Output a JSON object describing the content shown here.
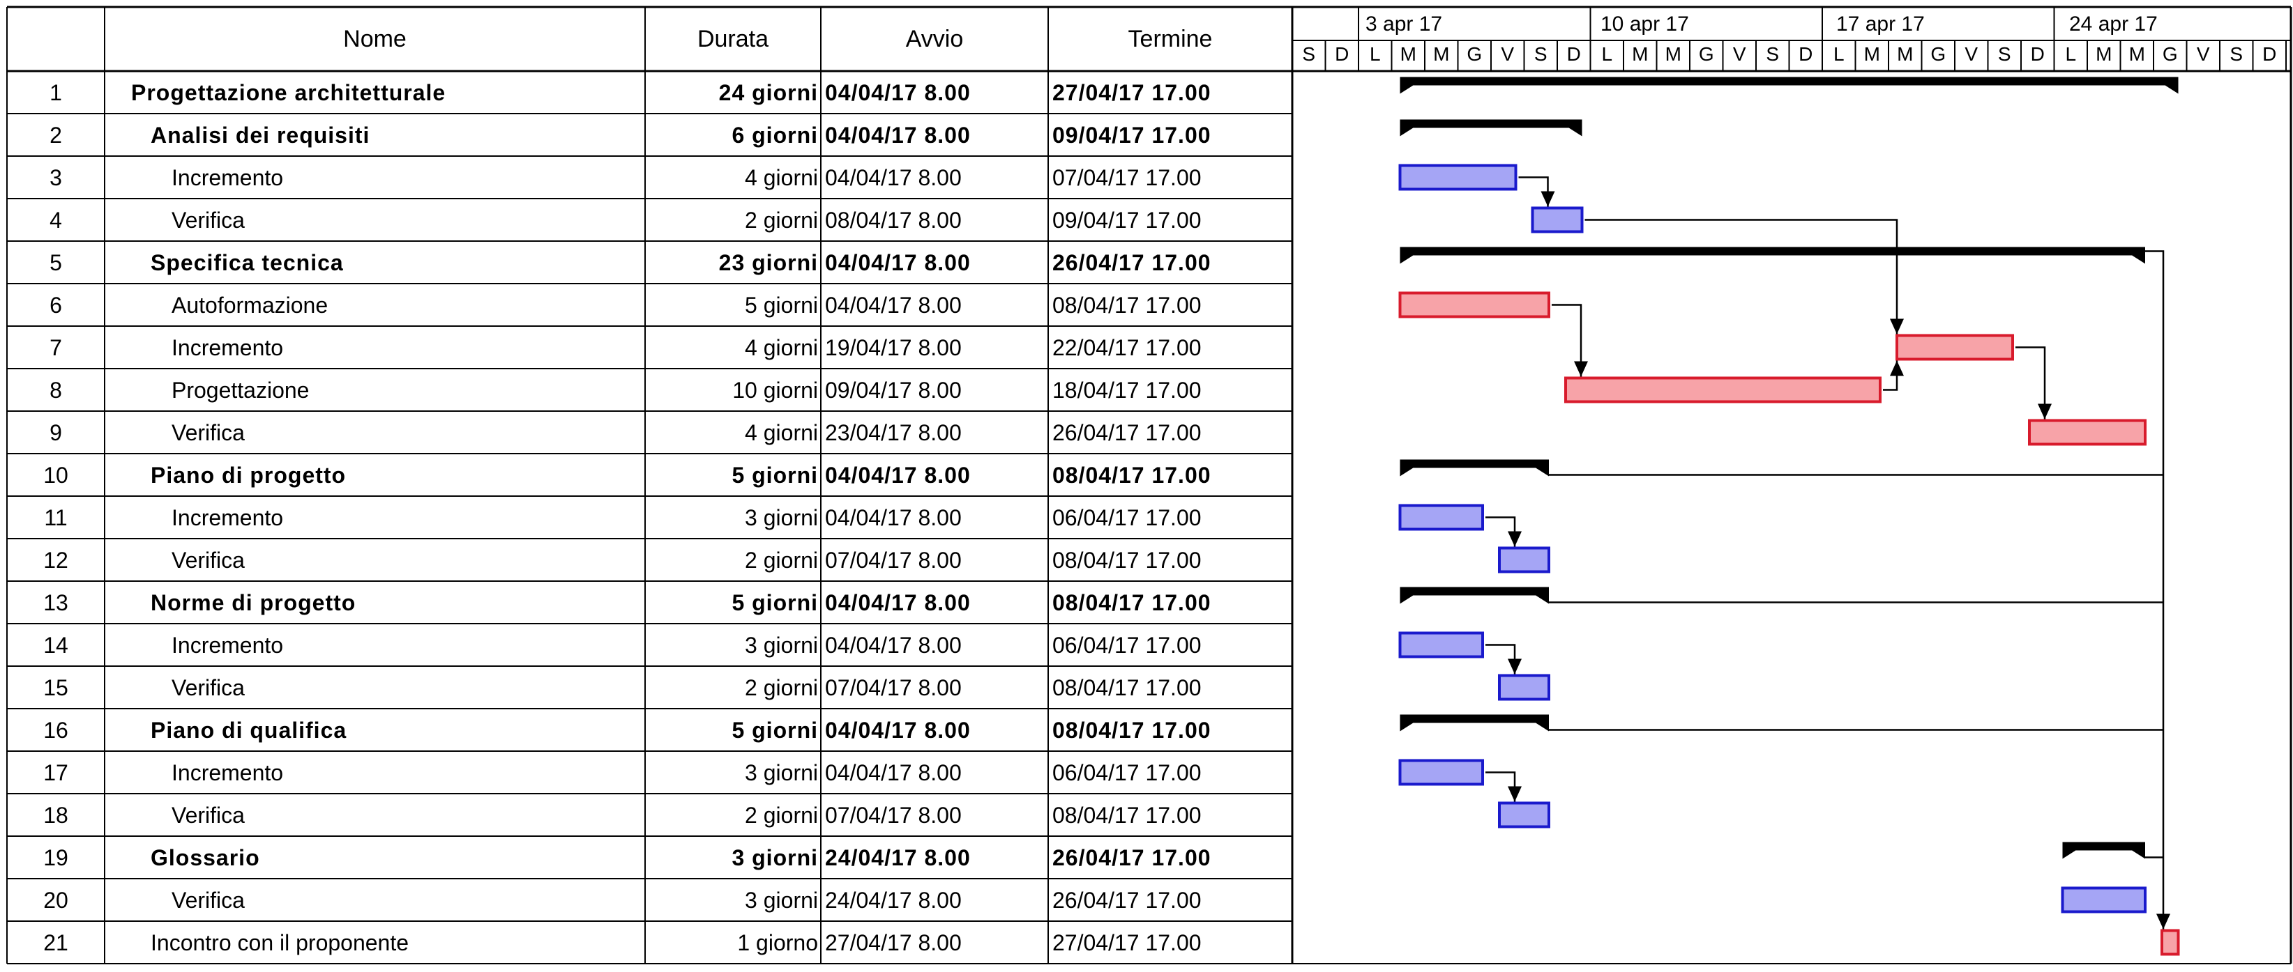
{
  "headers": {
    "id": "",
    "name": "Nome",
    "duration": "Durata",
    "start": "Avvio",
    "finish": "Termine"
  },
  "timescale": {
    "weeks": [
      "3 apr 17",
      "10 apr 17",
      "17 apr 17",
      "24 apr 17"
    ],
    "days": [
      "S",
      "D",
      "L",
      "M",
      "M",
      "G",
      "V",
      "S",
      "D",
      "L",
      "M",
      "M",
      "G",
      "V",
      "S",
      "D",
      "L",
      "M",
      "M",
      "G",
      "V",
      "S",
      "D",
      "L",
      "M",
      "M",
      "G",
      "V",
      "S",
      "D"
    ]
  },
  "colors": {
    "summary": "#000000",
    "task_blue_fill": "#a5a5f5",
    "task_blue_border": "#1a1acc",
    "task_red_fill": "#f7a3a8",
    "task_red_border": "#d81b2c",
    "grid": "#000000"
  },
  "tasks": [
    {
      "id": "1",
      "name": "Progettazione architetturale",
      "duration": "24 giorni",
      "start": "04/04/17 8.00",
      "finish": "27/04/17 17.00",
      "summary": true,
      "level": 0
    },
    {
      "id": "2",
      "name": "Analisi dei requisiti",
      "duration": "6 giorni",
      "start": "04/04/17 8.00",
      "finish": "09/04/17 17.00",
      "summary": true,
      "level": 1
    },
    {
      "id": "3",
      "name": "Incremento",
      "duration": "4 giorni",
      "start": "04/04/17 8.00",
      "finish": "07/04/17 17.00",
      "summary": false,
      "level": 2
    },
    {
      "id": "4",
      "name": "Verifica",
      "duration": "2 giorni",
      "start": "08/04/17 8.00",
      "finish": "09/04/17 17.00",
      "summary": false,
      "level": 2
    },
    {
      "id": "5",
      "name": "Specifica tecnica",
      "duration": "23 giorni",
      "start": "04/04/17 8.00",
      "finish": "26/04/17 17.00",
      "summary": true,
      "level": 1
    },
    {
      "id": "6",
      "name": "Autoformazione",
      "duration": "5 giorni",
      "start": "04/04/17 8.00",
      "finish": "08/04/17 17.00",
      "summary": false,
      "level": 2
    },
    {
      "id": "7",
      "name": "Incremento",
      "duration": "4 giorni",
      "start": "19/04/17 8.00",
      "finish": "22/04/17 17.00",
      "summary": false,
      "level": 2
    },
    {
      "id": "8",
      "name": "Progettazione",
      "duration": "10 giorni",
      "start": "09/04/17 8.00",
      "finish": "18/04/17 17.00",
      "summary": false,
      "level": 2
    },
    {
      "id": "9",
      "name": "Verifica",
      "duration": "4 giorni",
      "start": "23/04/17 8.00",
      "finish": "26/04/17 17.00",
      "summary": false,
      "level": 2
    },
    {
      "id": "10",
      "name": "Piano di progetto",
      "duration": "5 giorni",
      "start": "04/04/17 8.00",
      "finish": "08/04/17 17.00",
      "summary": true,
      "level": 1
    },
    {
      "id": "11",
      "name": "Incremento",
      "duration": "3 giorni",
      "start": "04/04/17 8.00",
      "finish": "06/04/17 17.00",
      "summary": false,
      "level": 2
    },
    {
      "id": "12",
      "name": "Verifica",
      "duration": "2 giorni",
      "start": "07/04/17 8.00",
      "finish": "08/04/17 17.00",
      "summary": false,
      "level": 2
    },
    {
      "id": "13",
      "name": "Norme di progetto",
      "duration": "5 giorni",
      "start": "04/04/17 8.00",
      "finish": "08/04/17 17.00",
      "summary": true,
      "level": 1
    },
    {
      "id": "14",
      "name": "Incremento",
      "duration": "3 giorni",
      "start": "04/04/17 8.00",
      "finish": "06/04/17 17.00",
      "summary": false,
      "level": 2
    },
    {
      "id": "15",
      "name": "Verifica",
      "duration": "2 giorni",
      "start": "07/04/17 8.00",
      "finish": "08/04/17 17.00",
      "summary": false,
      "level": 2
    },
    {
      "id": "16",
      "name": "Piano di qualifica",
      "duration": "5 giorni",
      "start": "04/04/17 8.00",
      "finish": "08/04/17 17.00",
      "summary": true,
      "level": 1
    },
    {
      "id": "17",
      "name": "Incremento",
      "duration": "3 giorni",
      "start": "04/04/17 8.00",
      "finish": "06/04/17 17.00",
      "summary": false,
      "level": 2
    },
    {
      "id": "18",
      "name": "Verifica",
      "duration": "2 giorni",
      "start": "07/04/17 8.00",
      "finish": "08/04/17 17.00",
      "summary": false,
      "level": 2
    },
    {
      "id": "19",
      "name": "Glossario",
      "duration": "3 giorni",
      "start": "24/04/17 8.00",
      "finish": "26/04/17 17.00",
      "summary": true,
      "level": 1
    },
    {
      "id": "20",
      "name": "Verifica",
      "duration": "3 giorni",
      "start": "24/04/17 8.00",
      "finish": "26/04/17 17.00",
      "summary": false,
      "level": 2
    },
    {
      "id": "21",
      "name": "Incontro con il proponente",
      "duration": "1 giorno",
      "start": "27/04/17 8.00",
      "finish": "27/04/17 17.00",
      "summary": false,
      "level": 1
    }
  ]
}
